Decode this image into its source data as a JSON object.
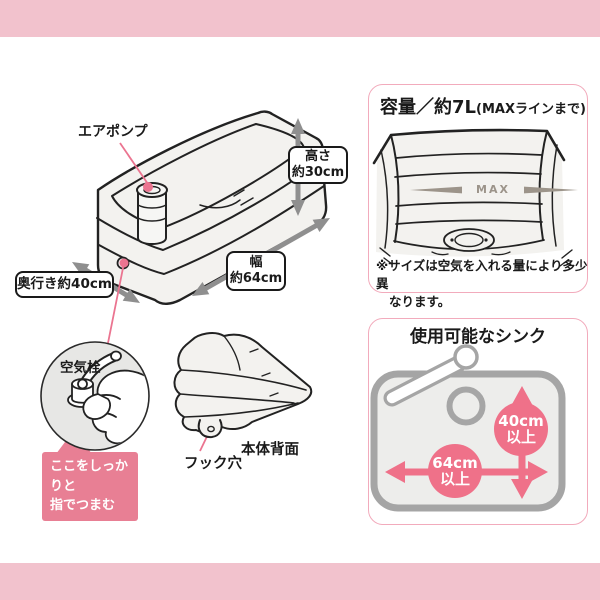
{
  "colors": {
    "frame_pink": "#F2C2CD",
    "annotation_pink": "#EB7490",
    "callout_pink": "#E87F94",
    "box_border_pink": "#F2ABBC",
    "sink_dimension_pink": "#EF7189",
    "gray_arrow": "#8F8F8F",
    "line_art": "#222222",
    "illustration_fill": "#F3F2EF",
    "sink_gray": "#A5A5A5",
    "max_text_gray": "#9C948A"
  },
  "main_diagram": {
    "air_pump_label": "エアポンプ",
    "height_label": "高さ\n約30cm",
    "width_label": "幅\n約64cm",
    "depth_label": "奥行き約40cm"
  },
  "valve_detail": {
    "valve_label": "空気栓",
    "callout_text": "ここをしっかりと\n指でつまむ"
  },
  "folded_view": {
    "hook_hole_label": "フック穴",
    "back_side_label": "本体背面"
  },
  "capacity_box": {
    "title": "容量／約7L",
    "title_sub": "(MAXラインまで)",
    "max_line_label": "MAX",
    "note_line1": "※サイズは空気を入れる量により多少異",
    "note_line2": "なります。"
  },
  "sink_box": {
    "title": "使用可能なシンク",
    "min_depth_label": "40cm\n以上",
    "min_width_label": "64cm\n以上"
  }
}
